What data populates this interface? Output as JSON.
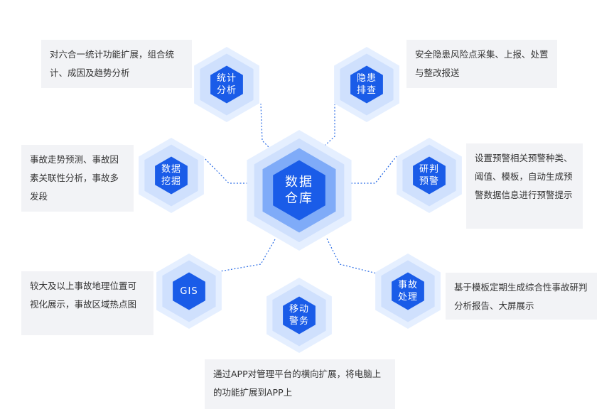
{
  "center": {
    "label": "数据\n仓库"
  },
  "modules": [
    {
      "id": "stats",
      "label": "统计\n分析",
      "desc": "对六合一统计功能扩展，组合统计、成因及趋势分析"
    },
    {
      "id": "hazard",
      "label": "隐患\n排查",
      "desc": "安全隐患风险点采集、上报、处置与整改报送"
    },
    {
      "id": "mining",
      "label": "数据\n挖掘",
      "desc": "事故走势预测、事故因素关联性分析，事故多发段"
    },
    {
      "id": "warning",
      "label": "研判\n预警",
      "desc": "设置预警相关预警种类、阈值、模板，自动生成预警数据信息进行预警提示"
    },
    {
      "id": "gis",
      "label": "GIS",
      "desc": "较大及以上事故地理位置可视化展示，事故区域热点图"
    },
    {
      "id": "mobile",
      "label": "移动\n警务",
      "desc": "通过APP对管理平台的横向扩展，将电脑上的功能扩展到APP上"
    },
    {
      "id": "accident",
      "label": "事故\n处理",
      "desc": "基于模板定期生成综合性事故研判分析报告、大屏展示"
    }
  ],
  "colors": {
    "hex_outer": "#e5efff",
    "hex_mid": "#cfe0fd",
    "hex_inner": "#7fabf8",
    "hex_core": "#1a5ce8",
    "connector": "#2c6de6",
    "desc_bg": "#f2f3f6",
    "text": "#333333"
  }
}
